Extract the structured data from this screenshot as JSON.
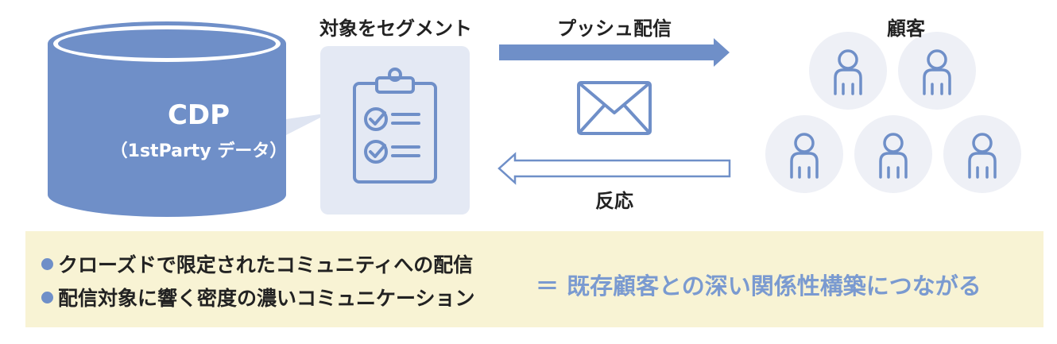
{
  "labels": {
    "segment": "対象をセグメント",
    "push": "プッシュ配信",
    "customers": "顧客",
    "response": "反応"
  },
  "cdp": {
    "title": "CDP",
    "subtitle": "（1stParty データ）"
  },
  "icons": {
    "database": "database-cylinder-icon",
    "clipboard": "clipboard-checklist-icon",
    "mail": "envelope-icon",
    "person": "person-icon"
  },
  "banner": {
    "bullets": [
      "クローズドで限定されたコミュニティへの配信",
      "配信対象に響く密度の濃いコミュニケーション"
    ],
    "conclusion": "＝ 既存顧客との深い関係性構築につながる"
  },
  "colors": {
    "primary_blue": "#6f8fc8",
    "light_blue_panel": "#e4e9f4",
    "circle_bg": "#eef0f6",
    "banner_bg": "#f8f3d4",
    "accent_text": "#7a9ad0"
  }
}
